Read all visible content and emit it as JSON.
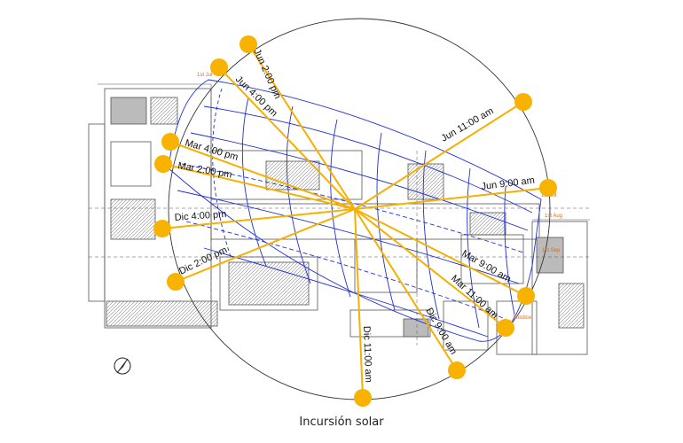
{
  "caption": "Incursión solar",
  "colors": {
    "ray": "#f5b000",
    "sun": "#f7b300",
    "sunpath": "#1f2fd6",
    "plan": "#555555",
    "date": "#e06a1a",
    "circle": "#333333"
  },
  "sun_positions": [
    {
      "label": "Jun 2:00 pm"
    },
    {
      "label": "Jun 4:00 pm"
    },
    {
      "label": "Jun 11:00 am"
    },
    {
      "label": "Mar 4:00 pm"
    },
    {
      "label": "Mar 2:00 pm"
    },
    {
      "label": "Jun 9:00 am"
    },
    {
      "label": "Dic 4:00 pm"
    },
    {
      "label": "Dic 2:00 pm"
    },
    {
      "label": "Mar 9:00 am"
    },
    {
      "label": "Mar 11:00 am"
    },
    {
      "label": "Dic 9:00 am"
    },
    {
      "label": "Dic 11:00 am"
    }
  ],
  "month_labels": [
    "1st Jul",
    "1st Aug",
    "1st Sep",
    "Solstice",
    "1st Jul"
  ],
  "north_arrow": "north-arrow-icon"
}
